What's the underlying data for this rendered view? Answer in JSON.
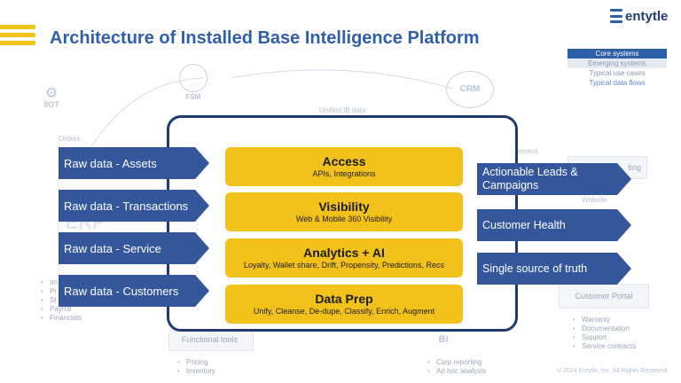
{
  "header": {
    "title": "Architecture of Installed Base Intelligence Platform",
    "logo_text": "entytle"
  },
  "legend": {
    "core": "Core systems",
    "emerging": "Emerging systems",
    "typical_use": "Typical use cases",
    "typical_flows": "Typical data flows"
  },
  "background": {
    "iiot_label": "IIOT",
    "fsm_label": "FSM",
    "crm_label": "CRM",
    "erp_label": "ERP",
    "bi_label": "BI",
    "unified_ib": "Unified IB data",
    "orders": "Orders",
    "ement": "ement",
    "ting": "ting",
    "website": "Website",
    "customer_portal": "Customer Portal",
    "functional_tools": "Functional tools",
    "left_list": [
      "Im",
      "Pr",
      "St",
      "Payroll",
      "Financials"
    ],
    "tools_list": [
      "Pricing",
      "Inventory"
    ],
    "bi_list": [
      "Corp reporting",
      "Ad hoc analysis"
    ],
    "portal_list": [
      "Warranty",
      "Documentation",
      "Support",
      "Service contracts"
    ],
    "copyright": "© 2024 Entytle, Inc. All Rights Reserved."
  },
  "inputs": [
    "Raw data - Assets",
    "Raw data - Transactions",
    "Raw data - Service",
    "Raw data - Customers"
  ],
  "layers": [
    {
      "title": "Access",
      "subtitle": "APIs, Integrations"
    },
    {
      "title": "Visibility",
      "subtitle": "Web & Mobile 360 Visibility"
    },
    {
      "title": "Analytics + AI",
      "subtitle": "Loyalty, Wallet share, Drift, Propensity, Predictions, Recs"
    },
    {
      "title": "Data Prep",
      "subtitle": "Unify, Cleanse, De-dupe, Classify, Enrich, Augment"
    }
  ],
  "outputs": [
    "Actionable Leads & Campaigns",
    "Customer Health",
    "Single source of truth"
  ],
  "colors": {
    "arrow_blue": "#34569c",
    "layer_yellow": "#f2c21b",
    "frame_navy": "#1f3b73",
    "title_blue": "#2f5fa8"
  }
}
